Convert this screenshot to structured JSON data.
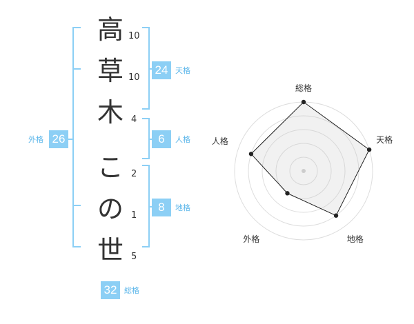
{
  "name_chars": [
    {
      "char": "高",
      "strokes": "10"
    },
    {
      "char": "草",
      "strokes": "10"
    },
    {
      "char": "木",
      "strokes": "4"
    },
    {
      "char": "こ",
      "strokes": "2"
    },
    {
      "char": "の",
      "strokes": "1"
    },
    {
      "char": "世",
      "strokes": "5"
    }
  ],
  "kaku": {
    "tenkaku": {
      "value": "24",
      "label": "天格"
    },
    "jinkaku": {
      "value": "6",
      "label": "人格"
    },
    "chikaku": {
      "value": "8",
      "label": "地格"
    },
    "gaikaku": {
      "value": "26",
      "label": "外格"
    },
    "soukaku": {
      "value": "32",
      "label": "総格"
    }
  },
  "colors": {
    "accent": "#8ccff5",
    "accent_text": "#5bb6ea",
    "bracket": "#8ccff5",
    "text": "#333333",
    "radar_fill": "#eeeeee"
  },
  "chart_data": {
    "type": "radar",
    "axes": [
      "総格",
      "天格",
      "地格",
      "外格",
      "人格"
    ],
    "values": [
      5,
      5,
      4,
      2,
      4
    ],
    "max": 5,
    "rings": 5
  }
}
